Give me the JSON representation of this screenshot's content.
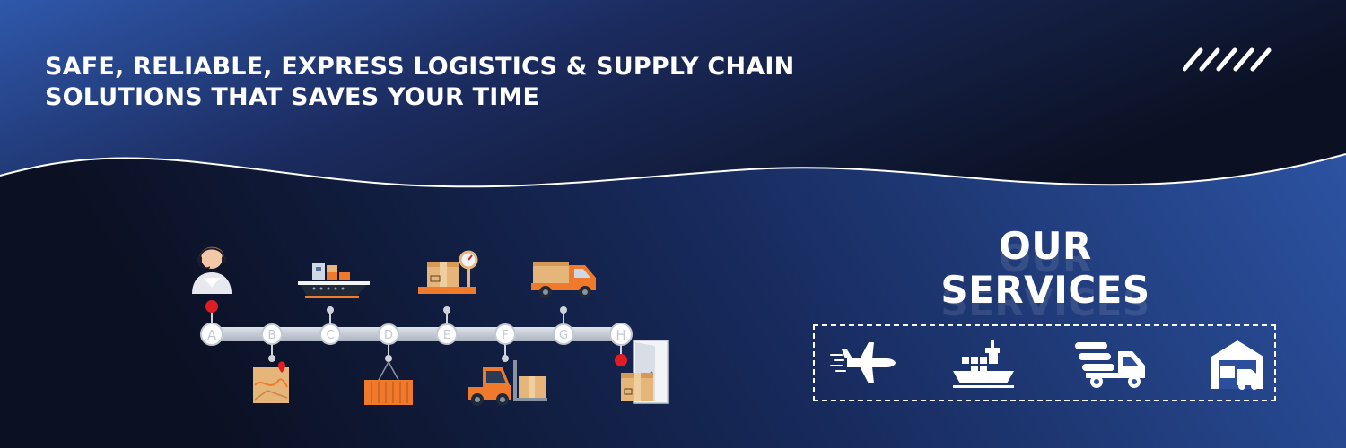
{
  "headline": {
    "line1": "SAFE, RELIABLE, EXPRESS LOGISTICS & SUPPLY CHAIN",
    "line2": "SOLUTIONS THAT SAVES YOUR TIME"
  },
  "services": {
    "title": "OUR SERVICES",
    "icons": [
      "airplane-icon",
      "cargo-ship-icon",
      "delivery-truck-icon",
      "warehouse-icon"
    ]
  },
  "timeline": {
    "steps": [
      {
        "letter": "A",
        "icon": "customer-support-icon"
      },
      {
        "letter": "B",
        "icon": "map-pin-icon"
      },
      {
        "letter": "C",
        "icon": "cargo-ship-icon"
      },
      {
        "letter": "D",
        "icon": "shipping-container-icon"
      },
      {
        "letter": "E",
        "icon": "package-scale-icon"
      },
      {
        "letter": "F",
        "icon": "forklift-icon"
      },
      {
        "letter": "G",
        "icon": "delivery-truck-icon"
      },
      {
        "letter": "H",
        "icon": "door-delivery-icon"
      }
    ]
  },
  "colors": {
    "brand_blue": "#2d55a5",
    "dark_navy": "#0d1326",
    "accent_orange": "#f07a2b",
    "box_tan": "#d9a35e",
    "marker_red": "#e01c24"
  }
}
